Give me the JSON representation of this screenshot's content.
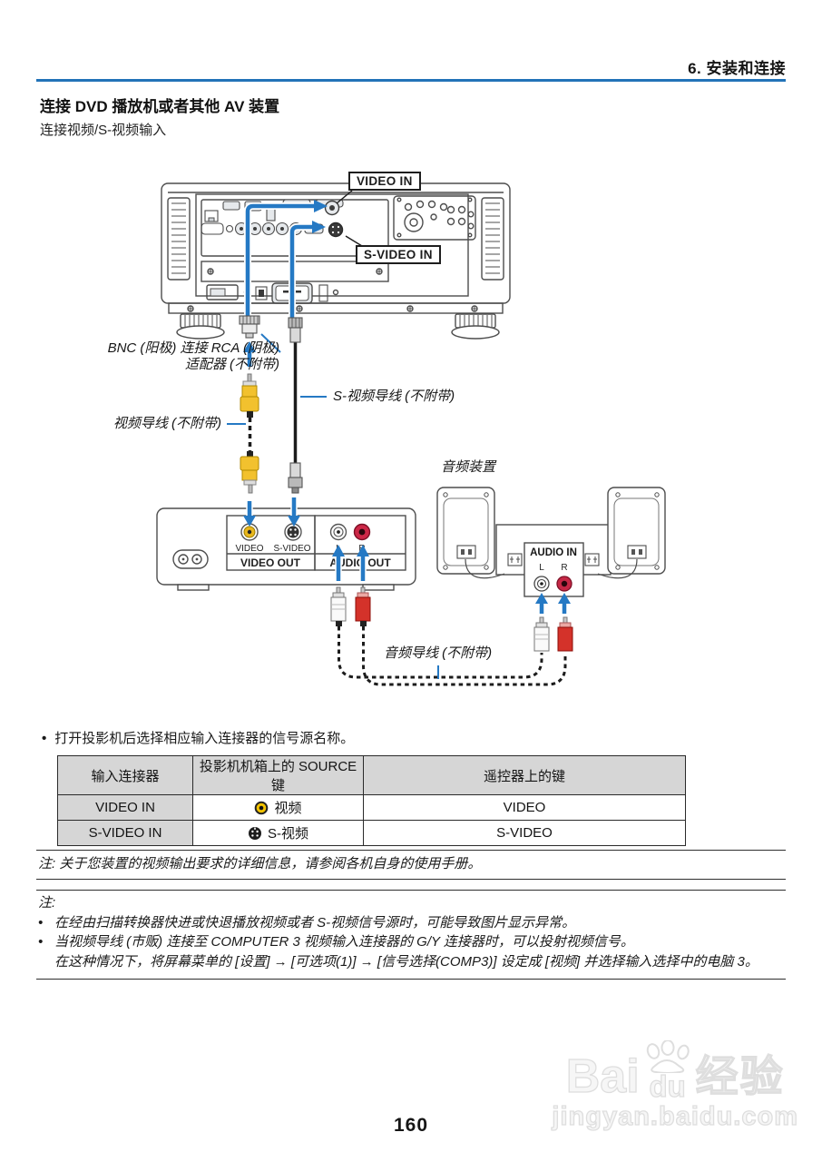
{
  "page": {
    "number": "160"
  },
  "header": {
    "section": "6. 安装和连接"
  },
  "content": {
    "title": "连接 DVD 播放机或者其他 AV 装置",
    "subtitle": "连接视频/S-视频输入",
    "select_source_note": "打开投影机后选择相应输入连接器的信号源名称。"
  },
  "diagram": {
    "video_in_callout": "VIDEO IN",
    "s_video_in_callout": "S-VIDEO IN",
    "bnc_adapter_label_line1": "BNC (阳极) 连接 RCA (阴极)",
    "bnc_adapter_label_line2": "适配器 (不附带)",
    "s_video_cable_label": "S-视频导线 (不附带)",
    "video_cable_label": "视频导线 (不附带)",
    "audio_equipment_label": "音频装置",
    "audio_cable_label": "音频导线 (不附带)",
    "player": {
      "video_jack": "VIDEO",
      "s_video_jack": "S-VIDEO",
      "video_out": "VIDEO OUT",
      "left": "L",
      "right": "R",
      "audio_out": "AUDIO OUT"
    },
    "audio": {
      "audio_in": "AUDIO IN",
      "left": "L",
      "right": "R"
    }
  },
  "table": {
    "headers": [
      "输入连接器",
      "投影机机箱上的 SOURCE 键",
      "遥控器上的键"
    ],
    "rows": [
      {
        "connector": "VIDEO IN",
        "source": "视频",
        "remote": "VIDEO"
      },
      {
        "connector": "S-VIDEO IN",
        "source": "S-视频",
        "remote": "S-VIDEO"
      }
    ]
  },
  "notes": {
    "note1": "注: 关于您装置的视频输出要求的详细信息，请参阅各机自身的使用手册。",
    "note2_label": "注:",
    "note2_items": [
      "在经由扫描转换器快进或快退播放视频或者 S-视频信号源时，可能导致图片显示异常。",
      "当视频导线 (市贩) 连接至 COMPUTER 3 视频输入连接器的 G/Y 连接器时，可以投射视频信号。"
    ],
    "note2_continuation": "在这种情况下，将屏幕菜单的 [设置] → [可选项(1)] → [信号选择(COMP3)] 设定成 [视频] 并选择输入选择中的电脑 3。"
  },
  "watermark": {
    "brand": "Bai",
    "brand_du": "du",
    "brand_cn": "经验",
    "url": "jingyan.baidu.com"
  },
  "colors": {
    "accent_blue": "#2579c4",
    "rule_blue": "#2273b8",
    "rca_yellow": "#f2c12e",
    "rca_red": "#d4322a",
    "table_header_bg": "#d6d6d6"
  }
}
